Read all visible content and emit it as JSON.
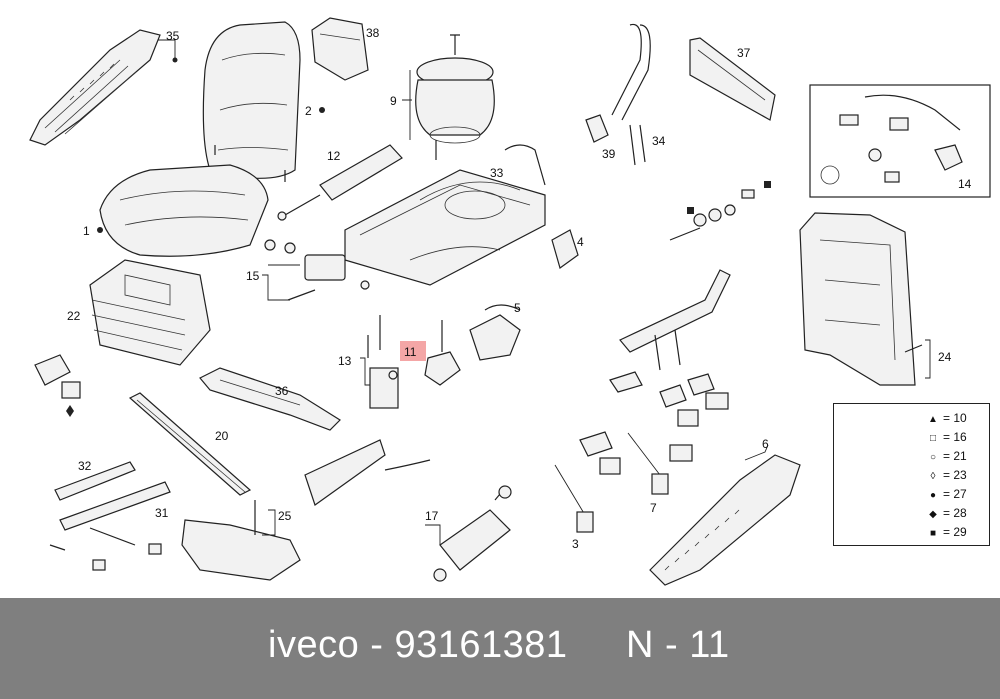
{
  "caption": {
    "left": "iveco - 93161381",
    "right": "N - 11"
  },
  "highlight": {
    "label": "11",
    "color": "#f4a6a6"
  },
  "colors": {
    "caption_bar": "#7f7f7f",
    "caption_text": "#ffffff",
    "line": "#222222"
  },
  "callouts": {
    "c1": "1",
    "c2": "2",
    "c3": "3",
    "c4": "4",
    "c5": "5",
    "c6": "6",
    "c7": "7",
    "c9": "9",
    "c12": "12",
    "c13": "13",
    "c14": "14",
    "c15": "15",
    "c17": "17",
    "c20": "20",
    "c22": "22",
    "c24": "24",
    "c25": "25",
    "c31": "31",
    "c32": "32",
    "c33": "33",
    "c34": "34",
    "c35": "35",
    "c36": "36",
    "c37": "37",
    "c38": "38",
    "c39": "39"
  },
  "legend": [
    {
      "symbol": "▲",
      "symbol_name": "filled-triangle-icon",
      "value": "= 10"
    },
    {
      "symbol": "□",
      "symbol_name": "open-square-icon",
      "value": "= 16"
    },
    {
      "symbol": "○",
      "symbol_name": "open-circle-icon",
      "value": "= 21"
    },
    {
      "symbol": "◊",
      "symbol_name": "open-diamond-icon",
      "value": "= 23"
    },
    {
      "symbol": "●",
      "symbol_name": "filled-circle-icon",
      "value": "= 27"
    },
    {
      "symbol": "◆",
      "symbol_name": "filled-diamond-icon",
      "value": "= 28"
    },
    {
      "symbol": "■",
      "symbol_name": "filled-square-icon",
      "value": "= 29"
    }
  ]
}
